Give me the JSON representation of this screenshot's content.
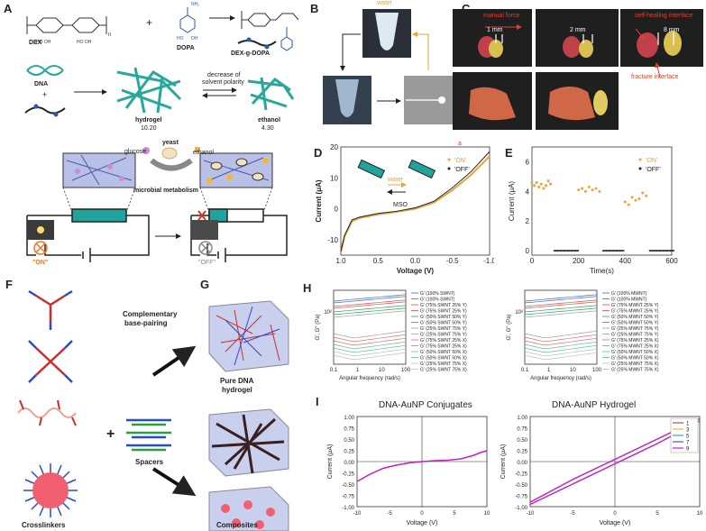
{
  "panels": {
    "A": {
      "letter": "A",
      "dex": "DEX",
      "dopa": "DOPA",
      "nh2": "NH₂",
      "plus": "+",
      "dex_g_dopa": "DEX-g-DOPA",
      "dna": "DNA",
      "hydrogel": "hydrogel",
      "hydrogel_value": "10.20",
      "ethanol": "ethanol",
      "ethanol_value": "4.30",
      "polarity_1": "decrease of",
      "polarity_2": "solvent polarity",
      "glucose": "glucose",
      "yeast": "yeast",
      "ethanol2": "ethanol",
      "metabolism": "microbial metabolism",
      "on": "\"ON\"",
      "off": "\"OFF\"",
      "plus_sign": "+",
      "minus_sign": "−"
    },
    "B": {
      "letter": "B",
      "water": "water"
    },
    "C": {
      "letter": "C",
      "manual_force": "manual force",
      "mm1": "1 mm",
      "mm2": "2 mm",
      "mm8": "8 mm",
      "self_healing": "self-healing interface",
      "fracture": "fracture interface"
    },
    "D": {
      "letter": "D",
      "water": "water",
      "mso": "MSO"
    },
    "E": {
      "letter": "E"
    },
    "F": {
      "letter": "F",
      "complementary": "Complementary",
      "base_pairing": "base-pairing",
      "spacers": "Spacers",
      "crosslinkers": "Crosslinkers",
      "plus": "+"
    },
    "G": {
      "letter": "G",
      "pure_1": "Pure DNA",
      "pure_2": "hydrogel",
      "composites": "Composites"
    },
    "H": {
      "letter": "H"
    },
    "I": {
      "letter": "I"
    }
  },
  "chart_data": [
    {
      "id": "D",
      "type": "line",
      "title": "",
      "xlabel": "Voltage (V)",
      "ylabel": "Current (μA)",
      "xlim": [
        1.0,
        -1.0
      ],
      "ylim": [
        -15,
        20
      ],
      "xticks": [
        "1.0",
        "0.5",
        "0.0",
        "-0.5",
        "-1.0"
      ],
      "yticks": [
        "-10",
        "0",
        "10",
        "20"
      ],
      "annotation": "a",
      "series": [
        {
          "name": "'ON'",
          "color": "#e8a33a",
          "x": [
            1.0,
            0.95,
            0.85,
            0.75,
            0.5,
            0.25,
            0.0,
            -0.25,
            -0.5,
            -0.75,
            -1.0
          ],
          "y": [
            -14,
            -9,
            -4,
            -3,
            -1.8,
            -1.0,
            0,
            2,
            6,
            11,
            17
          ]
        },
        {
          "name": "'OFF'",
          "color": "#222222",
          "x": [
            1.0,
            0.95,
            0.85,
            0.75,
            0.5,
            0.25,
            0.0,
            -0.25,
            -0.5,
            -0.75,
            -1.0
          ],
          "y": [
            -13.8,
            -8.6,
            -3.6,
            -2.7,
            -1.5,
            -0.8,
            0.3,
            2.4,
            6.8,
            12,
            18.5
          ]
        }
      ]
    },
    {
      "id": "E",
      "type": "scatter",
      "title": "",
      "xlabel": "Time(s)",
      "ylabel": "Current (μA)",
      "xlim": [
        0,
        600
      ],
      "ylim": [
        -0.3,
        7
      ],
      "xticks": [
        "0",
        "200",
        "400",
        "600"
      ],
      "yticks": [
        "0",
        "2",
        "4",
        "6"
      ],
      "series": [
        {
          "name": "'ON'",
          "color": "#e8a33a",
          "x": [
            0,
            10,
            20,
            30,
            40,
            50,
            60,
            70,
            80,
            200,
            215,
            230,
            245,
            260,
            275,
            290,
            400,
            415,
            430,
            445,
            460,
            475,
            490
          ],
          "y": [
            4.6,
            4.4,
            4.6,
            4.3,
            4.5,
            4.2,
            4.4,
            4.7,
            4.5,
            4.1,
            4.2,
            4.0,
            4.3,
            4.1,
            4.2,
            4.0,
            3.3,
            3.1,
            3.6,
            3.4,
            3.5,
            3.9,
            3.7
          ]
        },
        {
          "name": "'OFF'",
          "color": "#222222",
          "x": [
            100,
            115,
            130,
            145,
            160,
            175,
            190,
            310,
            325,
            340,
            355,
            370,
            385,
            510,
            525,
            540,
            555,
            570,
            585,
            600
          ],
          "y": [
            0,
            0,
            0,
            0,
            0,
            0,
            0,
            0,
            0,
            0,
            0,
            0,
            0,
            0,
            0,
            0,
            0,
            0,
            0,
            0
          ]
        }
      ]
    },
    {
      "id": "H-left",
      "type": "line",
      "title": "",
      "xlabel": "Angular frequency (rad/s)",
      "ylabel": "G', G'' (Pa)",
      "xscale": "log",
      "xticks": [
        "0.1",
        "1",
        "10",
        "100"
      ],
      "yticks": [
        "10²"
      ],
      "legend": [
        "G' (100% SWNT)",
        "G' (100% SWNT)",
        "G' (75% SWNT 25% Y)",
        "G' (75% SWNT 25% Y)",
        "G' (50% SWNT 50% Y)",
        "G' (50% SWNT 50% Y)",
        "G' (25% SWNT 75% Y)",
        "G' (25% SWNT 75% Y)",
        "G' (75% SWNT 25% X)",
        "G' (75% SWNT 25% X)",
        "G' (50% SWNT 50% X)",
        "G' (50% SWNT 50% X)",
        "G' (25% SWNT 75% X)",
        "G' (25% SWNT 75% X)"
      ],
      "legend_position": "right"
    },
    {
      "id": "H-right",
      "type": "line",
      "title": "",
      "xlabel": "Angular frequency (rad/s)",
      "ylabel": "G', G'' (Pa)",
      "xscale": "log",
      "xticks": [
        "0.1",
        "1",
        "10",
        "100"
      ],
      "yticks": [
        "10²"
      ],
      "legend": [
        "G' (100% MWNT)",
        "G' (100% MWNT)",
        "G' (75% MWNT 25% Y)",
        "G' (75% MWNT 25% Y)",
        "G' (50% MWNT 50% Y)",
        "G' (50% MWNT 50% Y)",
        "G' (25% MWNT 75% Y)",
        "G' (25% MWNT 75% Y)",
        "G' (75% MWNT 25% X)",
        "G' (75% MWNT 25% X)",
        "G' (50% MWNT 50% X)",
        "G' (50% MWNT 50% X)",
        "G' (25% MWNT 75% X)",
        "G' (25% MWNT 75% X)"
      ],
      "legend_position": "right"
    },
    {
      "id": "I-left",
      "type": "line",
      "title": "DNA-AuNP Conjugates",
      "xlabel": "Voltage (V)",
      "ylabel": "Current (μA)",
      "xlim": [
        -10,
        10
      ],
      "ylim": [
        -1.0,
        1.0
      ],
      "xticks": [
        "-10",
        "-5",
        "0",
        "5",
        "10"
      ],
      "yticks": [
        "-1.00",
        "-0.75",
        "-0.50",
        "-0.25",
        "0.00",
        "0.25",
        "0.50",
        "0.75",
        "1.00"
      ],
      "series": [
        {
          "name": "",
          "color": "#c020c0",
          "x": [
            -10,
            -8,
            -6,
            -4,
            -2,
            0,
            2,
            4,
            6,
            7,
            8,
            9,
            10
          ],
          "y": [
            -0.44,
            -0.28,
            -0.15,
            -0.08,
            -0.03,
            0.0,
            0.02,
            0.03,
            0.06,
            0.1,
            0.14,
            0.2,
            0.24
          ]
        }
      ]
    },
    {
      "id": "I-right",
      "type": "line",
      "title": "DNA-AuNP Hydrogel",
      "xlabel": "Voltage (V)",
      "ylabel": "Current (μA)",
      "xlim": [
        -10,
        10
      ],
      "ylim": [
        -1.0,
        1.0
      ],
      "xticks": [
        "-10",
        "-5",
        "0",
        "5",
        "10"
      ],
      "yticks": [
        "-1.00",
        "-0.75",
        "-0.50",
        "-0.25",
        "0.00",
        "0.25",
        "0.50",
        "0.75",
        "1.00"
      ],
      "legend": [
        "1",
        "3",
        "5",
        "7",
        "9"
      ],
      "legend_colors": [
        "#e04040",
        "#e0c020",
        "#30b0a0",
        "#3060d0",
        "#c020c0"
      ],
      "legend_position": "top-right",
      "series": [
        {
          "name": "",
          "color": "#c020c0",
          "x": [
            -10,
            -5,
            0,
            5,
            10
          ],
          "y": [
            -0.95,
            -0.5,
            -0.05,
            0.4,
            0.9
          ]
        },
        {
          "name": "",
          "color": "#c020c0",
          "x": [
            10,
            5,
            0,
            -5,
            -10
          ],
          "y": [
            0.95,
            0.5,
            0.05,
            -0.4,
            -0.9
          ]
        }
      ]
    }
  ]
}
